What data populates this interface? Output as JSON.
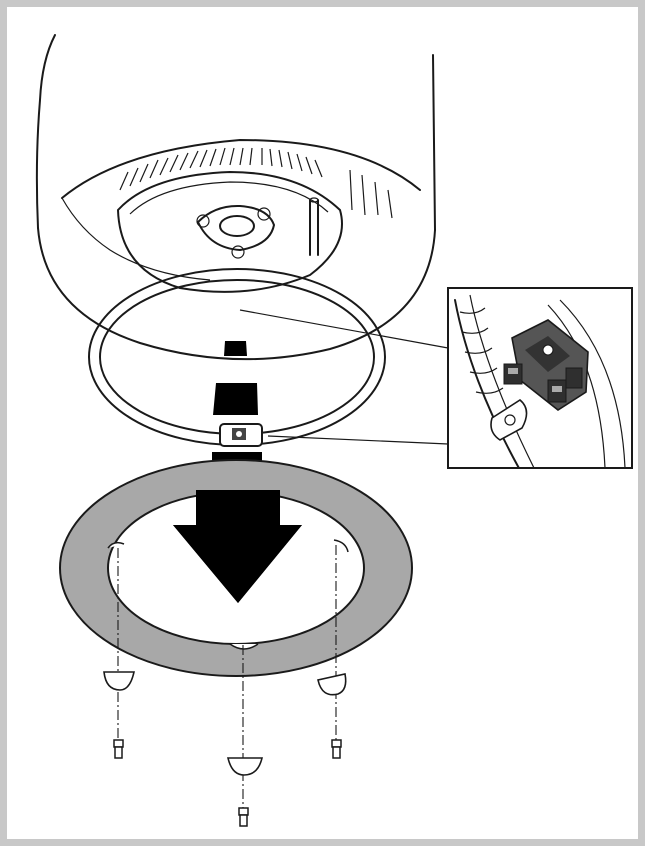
{
  "figure": {
    "kind": "installation illustration",
    "border_color": "#c8c8c8",
    "trim_ring_color": "#a8a8a8",
    "arrow_color": "#000000"
  },
  "parts": {
    "housing": "fan-housing",
    "gasket_ring": "sealing-ring",
    "trim_ring": "cover-plate",
    "detail": "connector-detail",
    "clips": 3,
    "screws": 3
  }
}
